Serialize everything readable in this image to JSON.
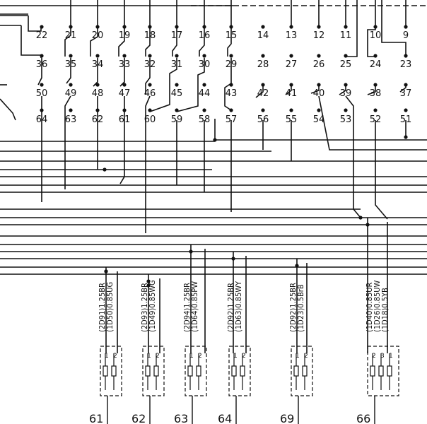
{
  "connector": {
    "row1": [
      "22",
      "21",
      "20",
      "19",
      "18",
      "17",
      "16",
      "15",
      "14",
      "13",
      "12",
      "11",
      "10",
      "9"
    ],
    "row2": [
      "36",
      "35",
      "34",
      "33",
      "32",
      "31",
      "30",
      "29",
      "28",
      "27",
      "26",
      "25",
      "24",
      "23"
    ],
    "row3": [
      "50",
      "49",
      "48",
      "47",
      "46",
      "45",
      "44",
      "43",
      "42",
      "41",
      "40",
      "39",
      "38",
      "37"
    ],
    "row4": [
      "64",
      "63",
      "62",
      "61",
      "60",
      "59",
      "58",
      "57",
      "56",
      "55",
      "54",
      "53",
      "52",
      "51"
    ]
  },
  "components": [
    {
      "id": "61",
      "wires": [
        "(2D91)1.25BR",
        "(1D50)0.85UG"
      ],
      "pins": [
        "1",
        "2"
      ]
    },
    {
      "id": "62",
      "wires": [
        "(2D93)1.25BR",
        "(1D49)0.85WG"
      ],
      "pins": [
        "1",
        "2"
      ]
    },
    {
      "id": "63",
      "wires": [
        "(2D94)1.25BR",
        "(1D64)0.85PW"
      ],
      "pins": [
        "1",
        "2"
      ]
    },
    {
      "id": "64",
      "wires": [
        "(2D92)1.25BR",
        "(1D63)0.85WY"
      ],
      "pins": [
        "1",
        "2"
      ]
    },
    {
      "id": "69",
      "wires": [
        "(2D92)1.25BR",
        "(1D23)0.5BrB"
      ],
      "pins": [
        "1",
        "2"
      ]
    },
    {
      "id": "66",
      "wires": [
        "(1D40)0.85UR",
        "(1D26)0.85UW",
        "(1D18)0.5YB"
      ],
      "pins": [
        "2",
        "3",
        "1"
      ]
    }
  ]
}
